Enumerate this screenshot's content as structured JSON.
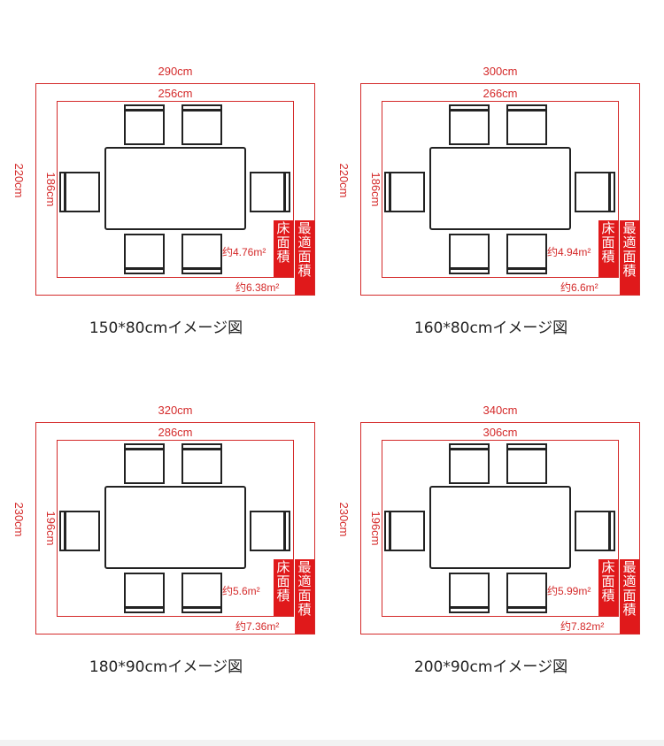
{
  "panels": [
    {
      "outer_width": "290cm",
      "inner_width": "256cm",
      "outer_height": "220cm",
      "inner_height": "186cm",
      "floor_area": "约4.76m²",
      "best_area": "约6.38m²",
      "floor_badge": [
        "床",
        "面",
        "積"
      ],
      "best_badge": [
        "最",
        "適",
        "面",
        "積"
      ],
      "caption": "150*80cmイメージ図"
    },
    {
      "outer_width": "300cm",
      "inner_width": "266cm",
      "outer_height": "220cm",
      "inner_height": "186cm",
      "floor_area": "约4.94m²",
      "best_area": "约6.6m²",
      "floor_badge": [
        "床",
        "面",
        "積"
      ],
      "best_badge": [
        "最",
        "適",
        "面",
        "積"
      ],
      "caption": "160*80cmイメージ図"
    },
    {
      "outer_width": "320cm",
      "inner_width": "286cm",
      "outer_height": "230cm",
      "inner_height": "196cm",
      "floor_area": "约5.6m²",
      "best_area": "约7.36m²",
      "floor_badge": [
        "床",
        "面",
        "積"
      ],
      "best_badge": [
        "最",
        "適",
        "面",
        "積"
      ],
      "caption": "180*90cmイメージ図"
    },
    {
      "outer_width": "340cm",
      "inner_width": "306cm",
      "outer_height": "230cm",
      "inner_height": "196cm",
      "floor_area": "约5.99m²",
      "best_area": "约7.82m²",
      "floor_badge": [
        "床",
        "面",
        "積"
      ],
      "best_badge": [
        "最",
        "適",
        "面",
        "積"
      ],
      "caption": "200*90cmイメージ図"
    }
  ],
  "colors": {
    "accent_red": "#e0191b",
    "line_red": "#d42a2a",
    "furniture": "#222222"
  }
}
